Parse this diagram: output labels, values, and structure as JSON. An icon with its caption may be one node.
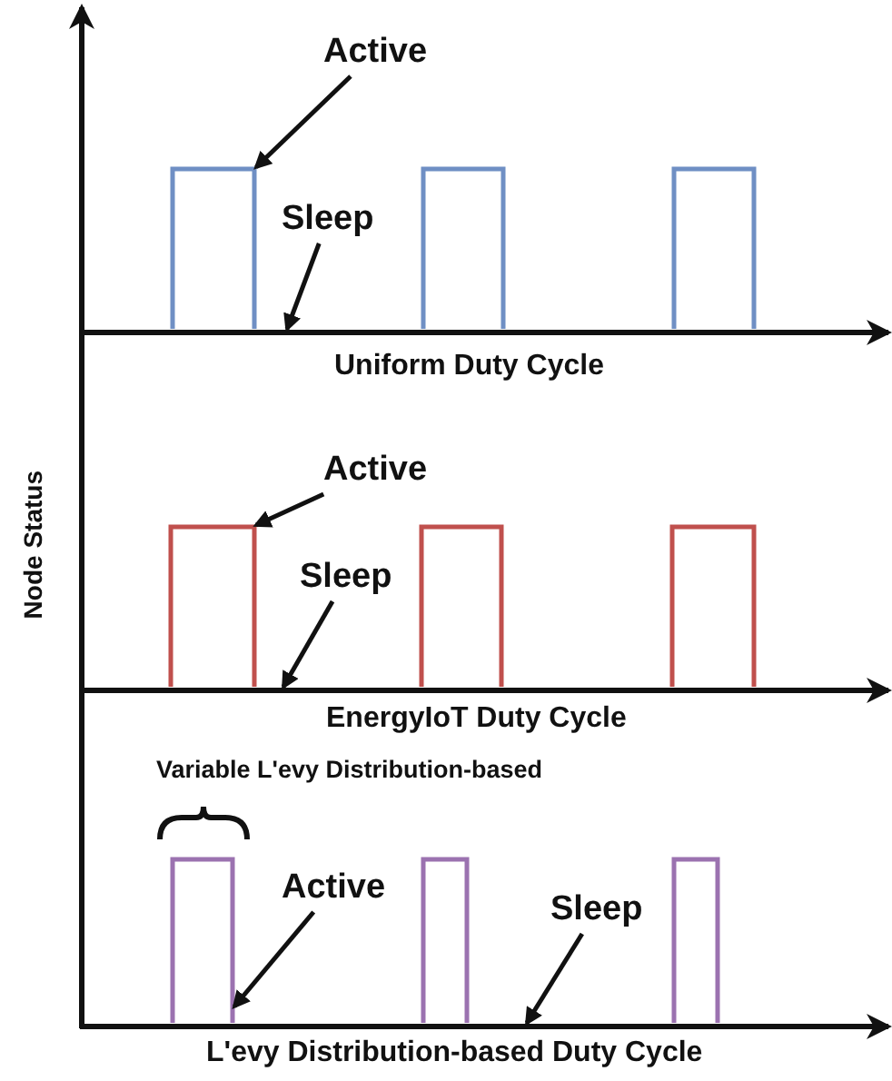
{
  "diagram": {
    "nodes": [
      {
        "text": [
          "Active"
        ]
      },
      {
        "text": [
          "Sleep"
        ]
      },
      {
        "text": [
          "Active"
        ]
      },
      {
        "text": [
          "Sleep"
        ]
      },
      {
        "text": [
          "Active"
        ]
      },
      {
        "text": [
          "Sleep"
        ]
      },
      {
        "text": [],
        "shape": "pulse"
      },
      {
        "text": [],
        "shape": "pulse"
      },
      {
        "text": [],
        "shape": "pulse"
      },
      {
        "text": [],
        "shape": "line"
      },
      {
        "text": [],
        "shape": "pulse"
      },
      {
        "text": [],
        "shape": "pulse"
      },
      {
        "text": [],
        "shape": "pulse"
      },
      {
        "text": [],
        "shape": "line"
      },
      {
        "text": [],
        "shape": "pulse"
      },
      {
        "text": [],
        "shape": "pulse"
      },
      {
        "text": [],
        "shape": "pulse"
      },
      {
        "text": [],
        "shape": "line"
      }
    ],
    "edges": [
      {
        "from": 0,
        "to": 6,
        "arrow": "to"
      },
      {
        "from": 1,
        "to": 9,
        "arrow": "to"
      },
      {
        "from": 2,
        "to": 10,
        "arrow": "to"
      },
      {
        "from": 3,
        "to": 13,
        "arrow": "to"
      },
      {
        "from": 4,
        "to": 14,
        "arrow": "to"
      },
      {
        "from": 5,
        "to": 17,
        "arrow": "to"
      }
    ],
    "labels": [
      "Node Status",
      "Uniform Duty Cycle",
      "EnergyIoT Duty Cycle",
      "Variable L'evy Distribution-based",
      "L'evy Distribution-based Duty Cycle"
    ]
  }
}
